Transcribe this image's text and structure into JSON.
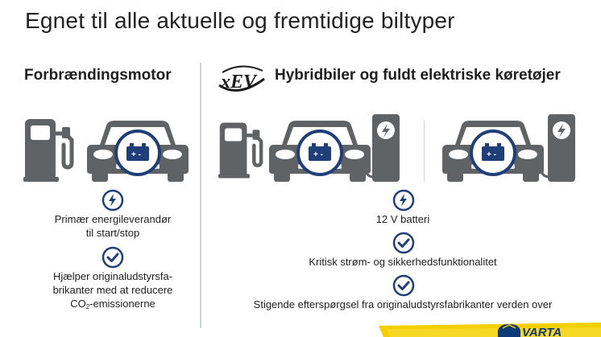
{
  "page": {
    "title": "Egnet til alle aktuelle og fremtidige biltyper"
  },
  "left": {
    "heading": "Forbrændingsmotor",
    "benefits": [
      {
        "icon": "lightning-bolt-icon",
        "line1": "Primær energileverandør",
        "line2": "til start/stop"
      },
      {
        "icon": "checkmark-icon",
        "line1": "Hjælper originaludstyrsfa-",
        "line2": "brikanter med at reducere",
        "line3_pre": "CO",
        "line3_sub": "2",
        "line3_post": "-emissionerne"
      }
    ]
  },
  "right": {
    "logo_text": "xEV",
    "heading": "Hybridbiler og fuldt elektriske køretøjer",
    "benefits": [
      {
        "icon": "lightning-bolt-icon",
        "text": "12 V batteri"
      },
      {
        "icon": "checkmark-icon",
        "text": "Kritisk strøm- og sikkerhedsfunktionalitet"
      },
      {
        "icon": "checkmark-icon",
        "text": "Stigende efterspørgsel fra originaludstyrsfabrikanter verden over"
      }
    ]
  },
  "brand": {
    "name": "VARTA",
    "accent": "#0d3a78",
    "yellow": "#f5d000"
  },
  "colors": {
    "icon_gray": "#5f6366",
    "navy": "#1f3f7a",
    "divider": "#c9d3de"
  }
}
